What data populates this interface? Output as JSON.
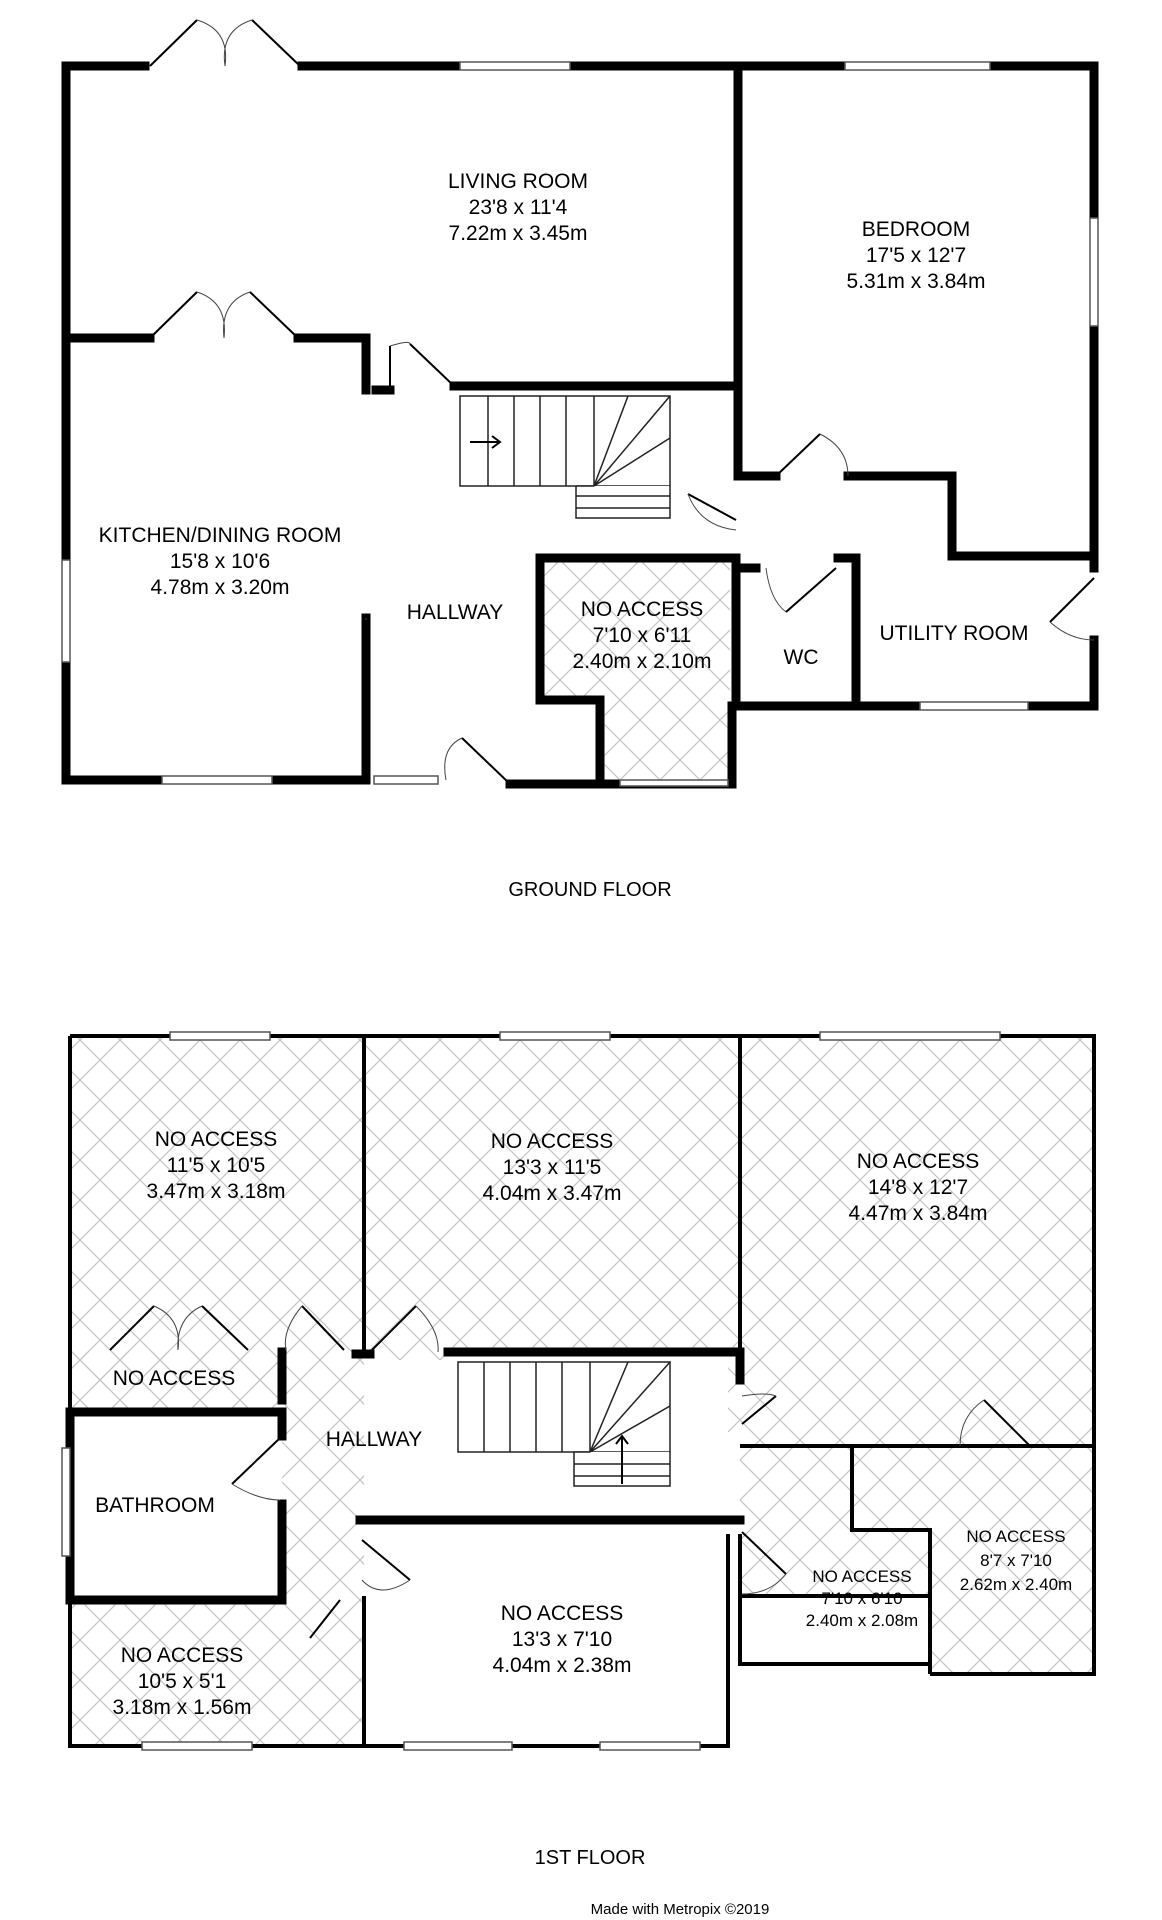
{
  "ground_floor": {
    "label": "GROUND FLOOR",
    "rooms": {
      "living_room": {
        "name": "LIVING ROOM",
        "imperial": "23'8 x 11'4",
        "metric": "7.22m x 3.45m"
      },
      "bedroom": {
        "name": "BEDROOM",
        "imperial": "17'5 x 12'7",
        "metric": "5.31m x 3.84m"
      },
      "kitchen": {
        "name": "KITCHEN/DINING ROOM",
        "imperial": "15'8 x 10'6",
        "metric": "4.78m x 3.20m"
      },
      "hallway": {
        "name": "HALLWAY"
      },
      "no_access": {
        "name": "NO ACCESS",
        "imperial": "7'10 x 6'11",
        "metric": "2.40m x 2.10m"
      },
      "wc": {
        "name": "WC"
      },
      "utility": {
        "name": "UTILITY ROOM"
      }
    }
  },
  "first_floor": {
    "label": "1ST FLOOR",
    "rooms": {
      "na1": {
        "name": "NO ACCESS",
        "imperial": "11'5 x 10'5",
        "metric": "3.47m x 3.18m"
      },
      "na2": {
        "name": "NO ACCESS",
        "imperial": "13'3 x 11'5",
        "metric": "4.04m x 3.47m"
      },
      "na3": {
        "name": "NO ACCESS",
        "imperial": "14'8 x 12'7",
        "metric": "4.47m x 3.84m"
      },
      "na_small": {
        "name": "NO ACCESS"
      },
      "hallway": {
        "name": "HALLWAY"
      },
      "bathroom": {
        "name": "BATHROOM"
      },
      "na4": {
        "name": "NO ACCESS",
        "imperial": "10'5 x 5'1",
        "metric": "3.18m x 1.56m"
      },
      "na5": {
        "name": "NO ACCESS",
        "imperial": "13'3 x 7'10",
        "metric": "4.04m x 2.38m"
      },
      "na6": {
        "name": "NO ACCESS",
        "imperial": "7'10 x 6'10",
        "metric": "2.40m x 2.08m"
      },
      "na7": {
        "name": "NO ACCESS",
        "imperial": "8'7 x 7'10",
        "metric": "2.62m x 2.40m"
      }
    }
  },
  "credit": "Made with Metropix ©2019"
}
